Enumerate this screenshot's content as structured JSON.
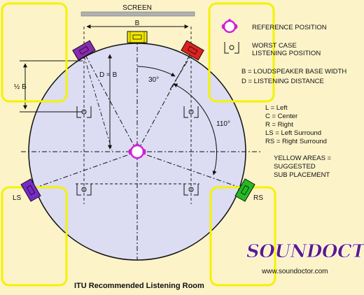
{
  "screen_label": "SCREEN",
  "b_label": "B",
  "half_b_label": "½ B",
  "d_eq_b_label": "D = B",
  "angle_30_label": "30°",
  "angle_110_label": "110°",
  "ls_label": "LS",
  "rs_label": "RS",
  "legend": {
    "reference_position": "REFERENCE POSITION",
    "worst_case_line1": "WORST CASE",
    "worst_case_line2": "LISTENING POSITION",
    "b_definition": "B = LOUDSPEAKER BASE WIDTH",
    "d_definition": "D = LISTENING DISTANCE",
    "channels": [
      "L = Left",
      "C = Center",
      "R = Right",
      "LS = Left Surround",
      "RS = Right Surround"
    ],
    "yellow_line1": "YELLOW AREAS =",
    "yellow_line2": "SUGGESTED",
    "yellow_line3": "SUB PLACEMENT"
  },
  "brand_name": "SOUNDOCTOR",
  "website": "www.soundoctor.com",
  "caption": "ITU Recommended Listening Room",
  "colors": {
    "background": "#fcf3c9",
    "room_fill": "#dcdcf2",
    "yellow_area": "#f3f300",
    "center_speaker": "#f2e600",
    "left_speaker": "#8a2ab4",
    "right_speaker": "#e02020",
    "left_surround_speaker": "#7a2ac8",
    "right_surround_speaker": "#22bb22",
    "reference_head": "#d01fd8",
    "screen_bar": "#b0b0b0",
    "brand": "#5c1a8a"
  }
}
